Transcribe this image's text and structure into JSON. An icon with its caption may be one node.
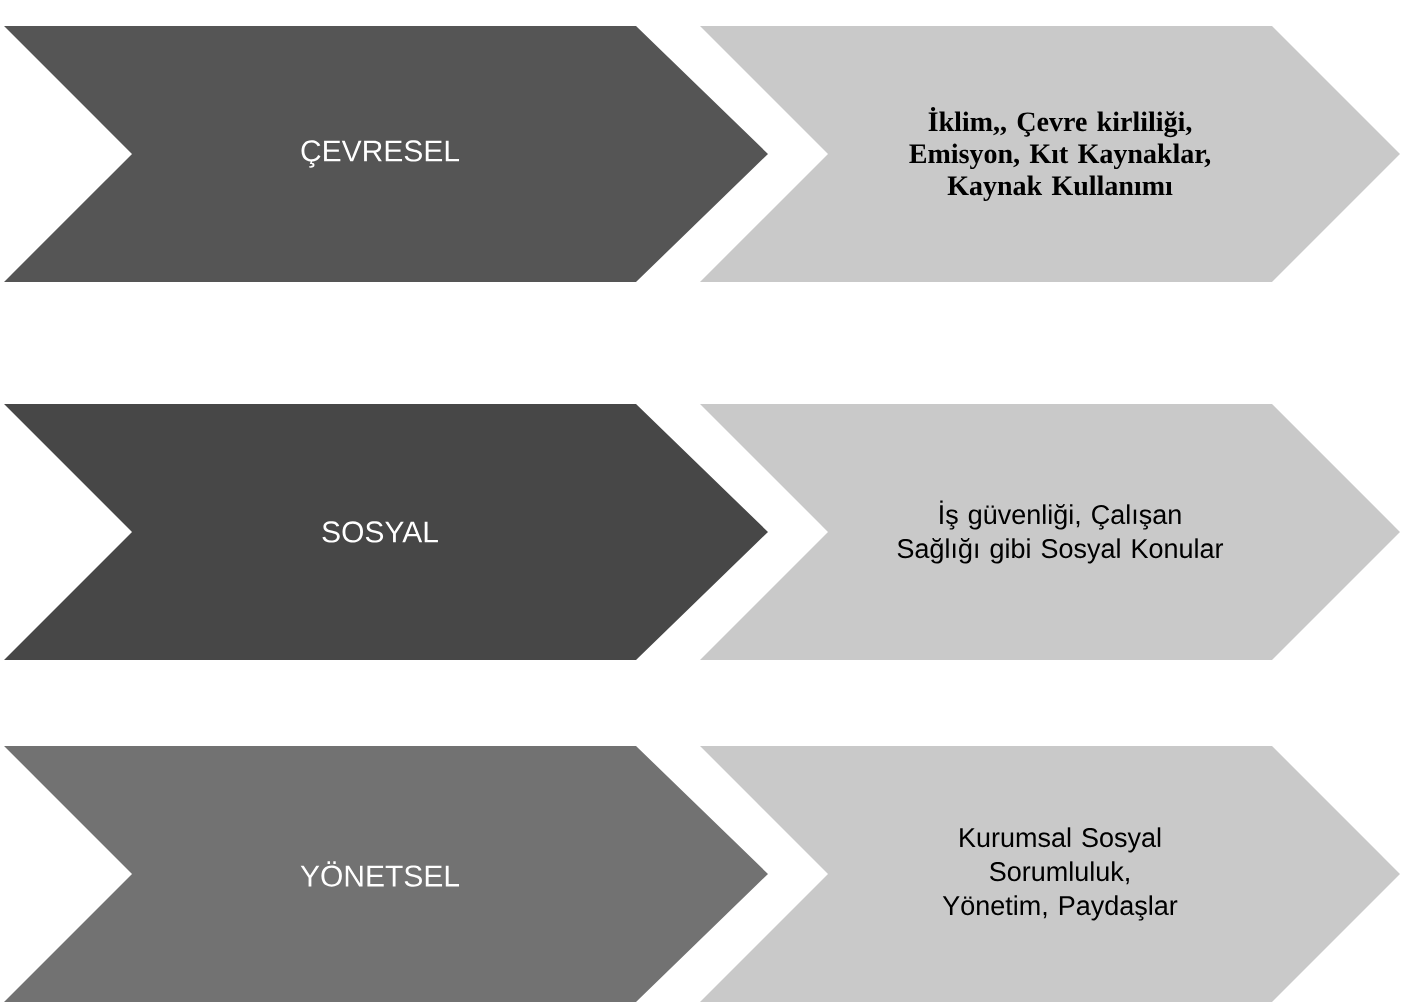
{
  "diagram": {
    "nodes": [
      {
        "text": [
          "ÇEVRESEL"
        ]
      },
      {
        "text": [
          "İklim,, Çevre kirliliği, Emisyon, Kıt Kaynaklar, Kaynak Kullanımı"
        ]
      },
      {
        "text": [
          "SOSYAL"
        ]
      },
      {
        "text": [
          "İş güvenliği, Çalışan Sağlığı gibi Sosyal Konular"
        ]
      },
      {
        "text": [
          "YÖNETSEL"
        ]
      },
      {
        "text": [
          "Kurumsal Sosyal Sorumluluk, Yönetim, Paydaşlar"
        ]
      }
    ]
  }
}
